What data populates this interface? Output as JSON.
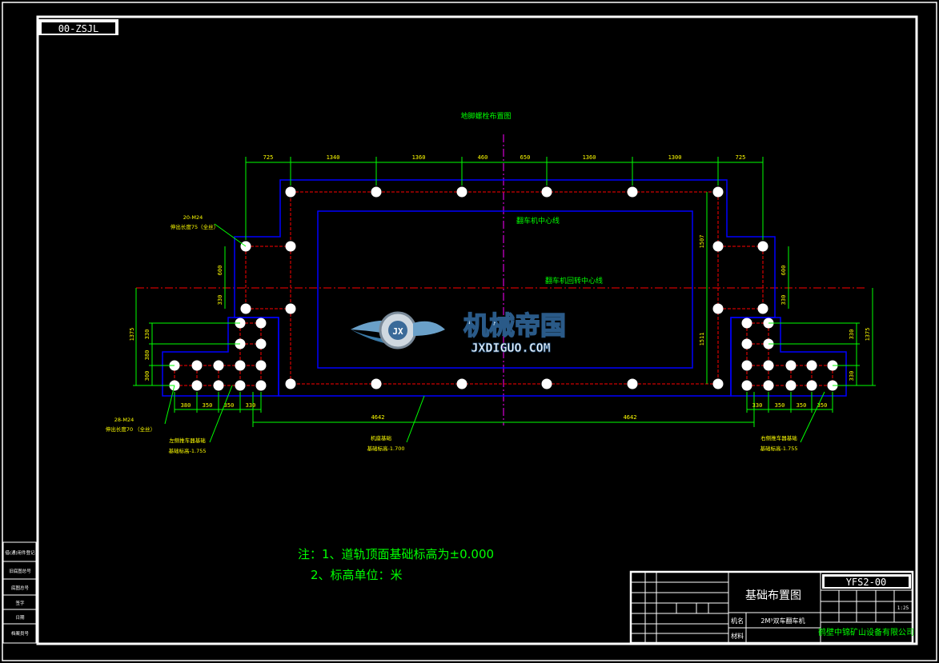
{
  "drawing": {
    "corner_code": "00-ZSJL",
    "top_caption": "地脚螺栓布置图",
    "centerline_tipper": "翻车机中心线",
    "centerline_rotation": "翻车机回转中心线",
    "dims_top": [
      "725",
      "1340",
      "1360",
      "460",
      "650",
      "1360",
      "1300",
      "725"
    ],
    "dims_bottom": [
      "4642",
      "4642"
    ],
    "dims_left_bottom": [
      "380",
      "350",
      "350",
      "330"
    ],
    "dims_right_bottom": [
      "330",
      "350",
      "350",
      "350"
    ],
    "dim_left_vertical": [
      "600",
      "330",
      "1375",
      "330",
      "380",
      "300"
    ],
    "dim_right_vertical": [
      "600",
      "330",
      "330",
      "1375",
      "330"
    ],
    "dim_inner": [
      "1507",
      "1511"
    ],
    "bolt_note_top_1": "20-M24",
    "bolt_note_top_2": "伸出长度75（全丝）",
    "bolt_note_bottom_1": "28-M24",
    "bolt_note_bottom_2": "伸出长度70 （全丝）",
    "left_car_1": "左侧推车器基础",
    "left_car_2": "基础标高-1.755",
    "main_base_1": "机座基础",
    "main_base_2": "基础标高-1.700",
    "right_car_1": "右侧推车器基础",
    "right_car_2": "基础标高-1.755",
    "note_1": "注：1、道轨顶面基础标高为±0.000",
    "note_2": "2、标高单位：米",
    "watermark_cn": "机械帝国",
    "watermark_en": "JXDIGUO.COM",
    "watermark_badge": "JX"
  },
  "title_block": {
    "title": "基础布置图",
    "drawing_no": "YFS2-00",
    "scale": "1:25",
    "row_label_1": "机名",
    "row_value_1": "2M³双车翻车机",
    "row_label_2": "材料",
    "company": "鹤壁中锦矿山设备有限公司"
  },
  "side_block": {
    "labels": [
      "借(通)用件登记",
      "旧底图总号",
      "底图总号",
      "签字",
      "日期",
      "档案员号"
    ]
  },
  "colors": {
    "background": "#000000",
    "frame": "#ffffff",
    "outline": "#0000ff",
    "bolt_line": "#ff0000",
    "dimension": "#00ff00",
    "note_text": "#ffff00",
    "centerline": "#ff00ff"
  }
}
